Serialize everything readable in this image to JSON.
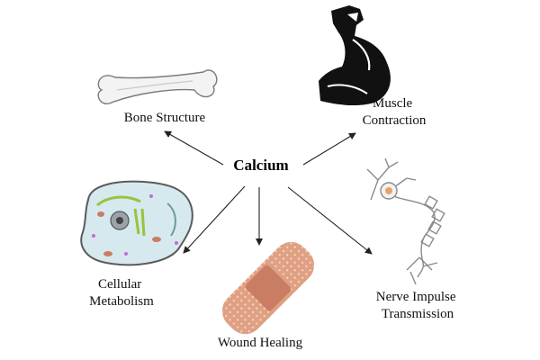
{
  "diagram": {
    "center": {
      "label": "Calcium"
    },
    "nodes": [
      {
        "id": "bone",
        "lines": [
          "Bone Structure"
        ],
        "icon": "bone-icon"
      },
      {
        "id": "muscle",
        "lines": [
          "Muscle",
          "Contraction"
        ],
        "icon": "flexed-arm-icon"
      },
      {
        "id": "cell",
        "lines": [
          "Cellular",
          "Metabolism"
        ],
        "icon": "animal-cell-icon"
      },
      {
        "id": "wound",
        "lines": [
          "Wound Healing"
        ],
        "icon": "bandage-icon"
      },
      {
        "id": "nerve",
        "lines": [
          "Nerve Impulse",
          "Transmission"
        ],
        "icon": "neuron-icon"
      }
    ],
    "colors": {
      "arrow": "#222222",
      "bandage": "#e0a083",
      "bandage_pad": "#c97d62",
      "cell_membrane": "#5b5b5b",
      "cell_fill": "#d6e9ef",
      "muscle": "#111111",
      "nucleus": "#e8a36b"
    }
  }
}
